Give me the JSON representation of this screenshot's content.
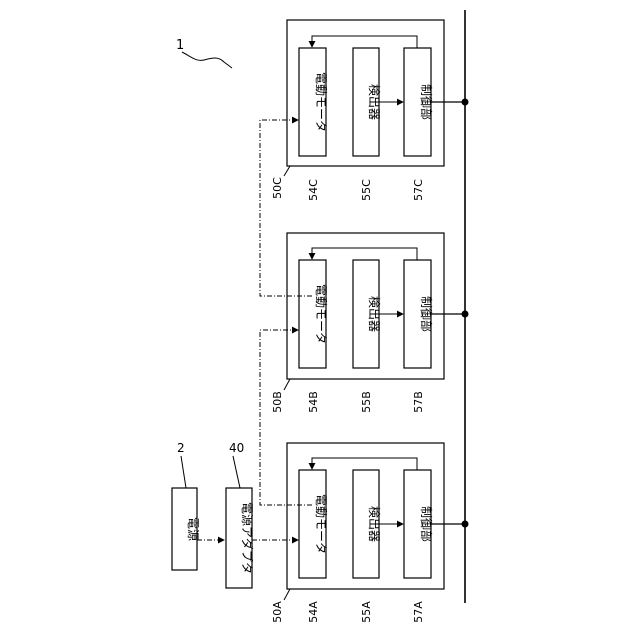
{
  "figure": {
    "system_ref": "1",
    "power_source": {
      "label": "電源",
      "ref": "2"
    },
    "adapter": {
      "label": "電源アダプタ",
      "ref": "40"
    },
    "units": [
      {
        "ref": "50A",
        "motor": {
          "label": "電動モータ",
          "ref": "54A"
        },
        "detector": {
          "label": "検出器",
          "ref": "55A"
        },
        "controller": {
          "label": "制御部",
          "ref": "57A"
        }
      },
      {
        "ref": "50B",
        "motor": {
          "label": "電動モータ",
          "ref": "54B"
        },
        "detector": {
          "label": "検出器",
          "ref": "55B"
        },
        "controller": {
          "label": "制御部",
          "ref": "57B"
        }
      },
      {
        "ref": "50C",
        "motor": {
          "label": "電動モータ",
          "ref": "54C"
        },
        "detector": {
          "label": "検出器",
          "ref": "55C"
        },
        "controller": {
          "label": "制御部",
          "ref": "57C"
        }
      }
    ]
  }
}
